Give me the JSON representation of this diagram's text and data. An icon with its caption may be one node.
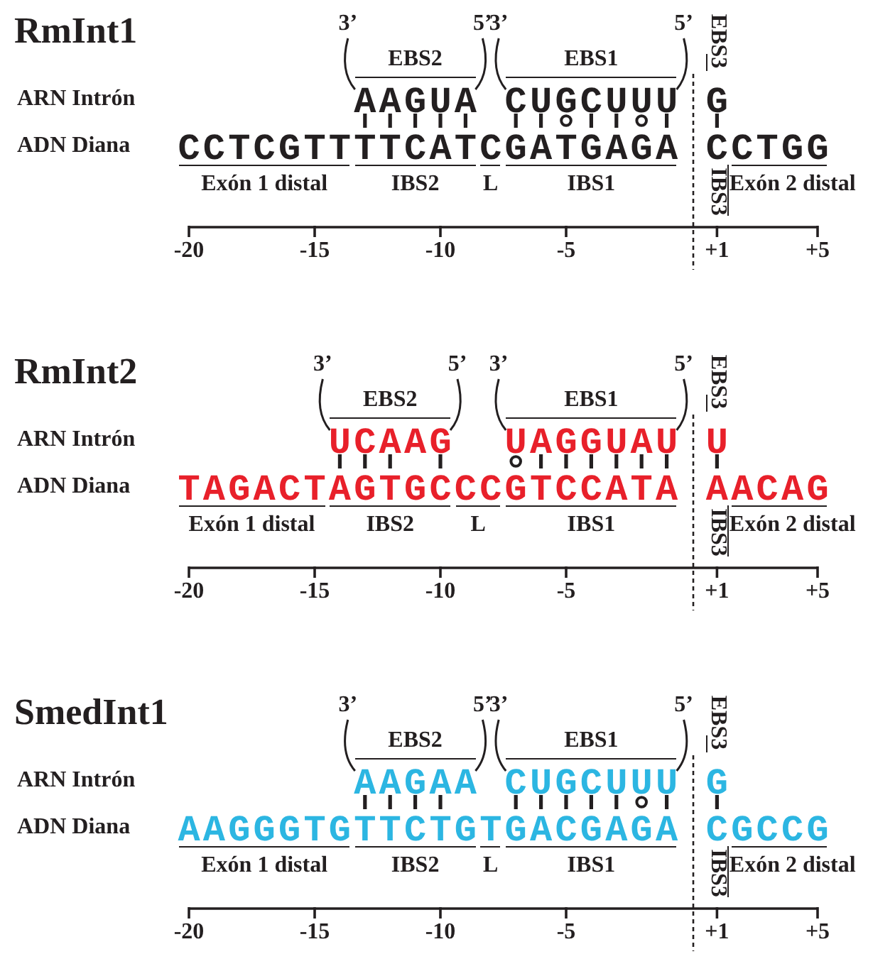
{
  "diagram": {
    "labels": [
      "RmInt1",
      "3’",
      "5’",
      "3’",
      "5’",
      "EBS2",
      "EBS1",
      "EBS3",
      "ARN Intrón",
      "AAGUA",
      "CUGCUUU",
      "G",
      "ADN Diana",
      "CCTCGTT",
      "TTCAT",
      "C",
      "GATGAGA",
      "C",
      "CTGG",
      "Exón 1 distal",
      "IBS2",
      "L",
      "IBS1",
      "IBS3",
      "Exón 2 distal",
      "-20",
      "-15",
      "-10",
      "-5",
      "+1",
      "+5",
      "RmInt2",
      "3’",
      "5’",
      "3’",
      "5’",
      "EBS2",
      "EBS1",
      "EBS3",
      "ARN Intrón",
      "UCAAG",
      "UAGGUAU",
      "U",
      "ADN Diana",
      "TAGACT",
      "AGTGC",
      "CC",
      "GTCCATA",
      "A",
      "ACAG",
      "Exón 1 distal",
      "IBS2",
      "L",
      "IBS1",
      "IBS3",
      "Exón 2 distal",
      "-20",
      "-15",
      "-10",
      "-5",
      "+1",
      "+5",
      "SmedInt1",
      "3’",
      "5’",
      "3’",
      "5’",
      "EBS2",
      "EBS1",
      "EBS3",
      "ARN Intrón",
      "AAGAA",
      "CUGCUUU",
      "G",
      "ADN Diana",
      "AAGGGTG",
      "TTCTG",
      "T",
      "GACGAGA",
      "C",
      "GCCG",
      "Exón 1 distal",
      "IBS2",
      "L",
      "IBS1",
      "IBS3",
      "Exón 2 distal",
      "-20",
      "-15",
      "-10",
      "-5",
      "+1",
      "+5"
    ]
  }
}
